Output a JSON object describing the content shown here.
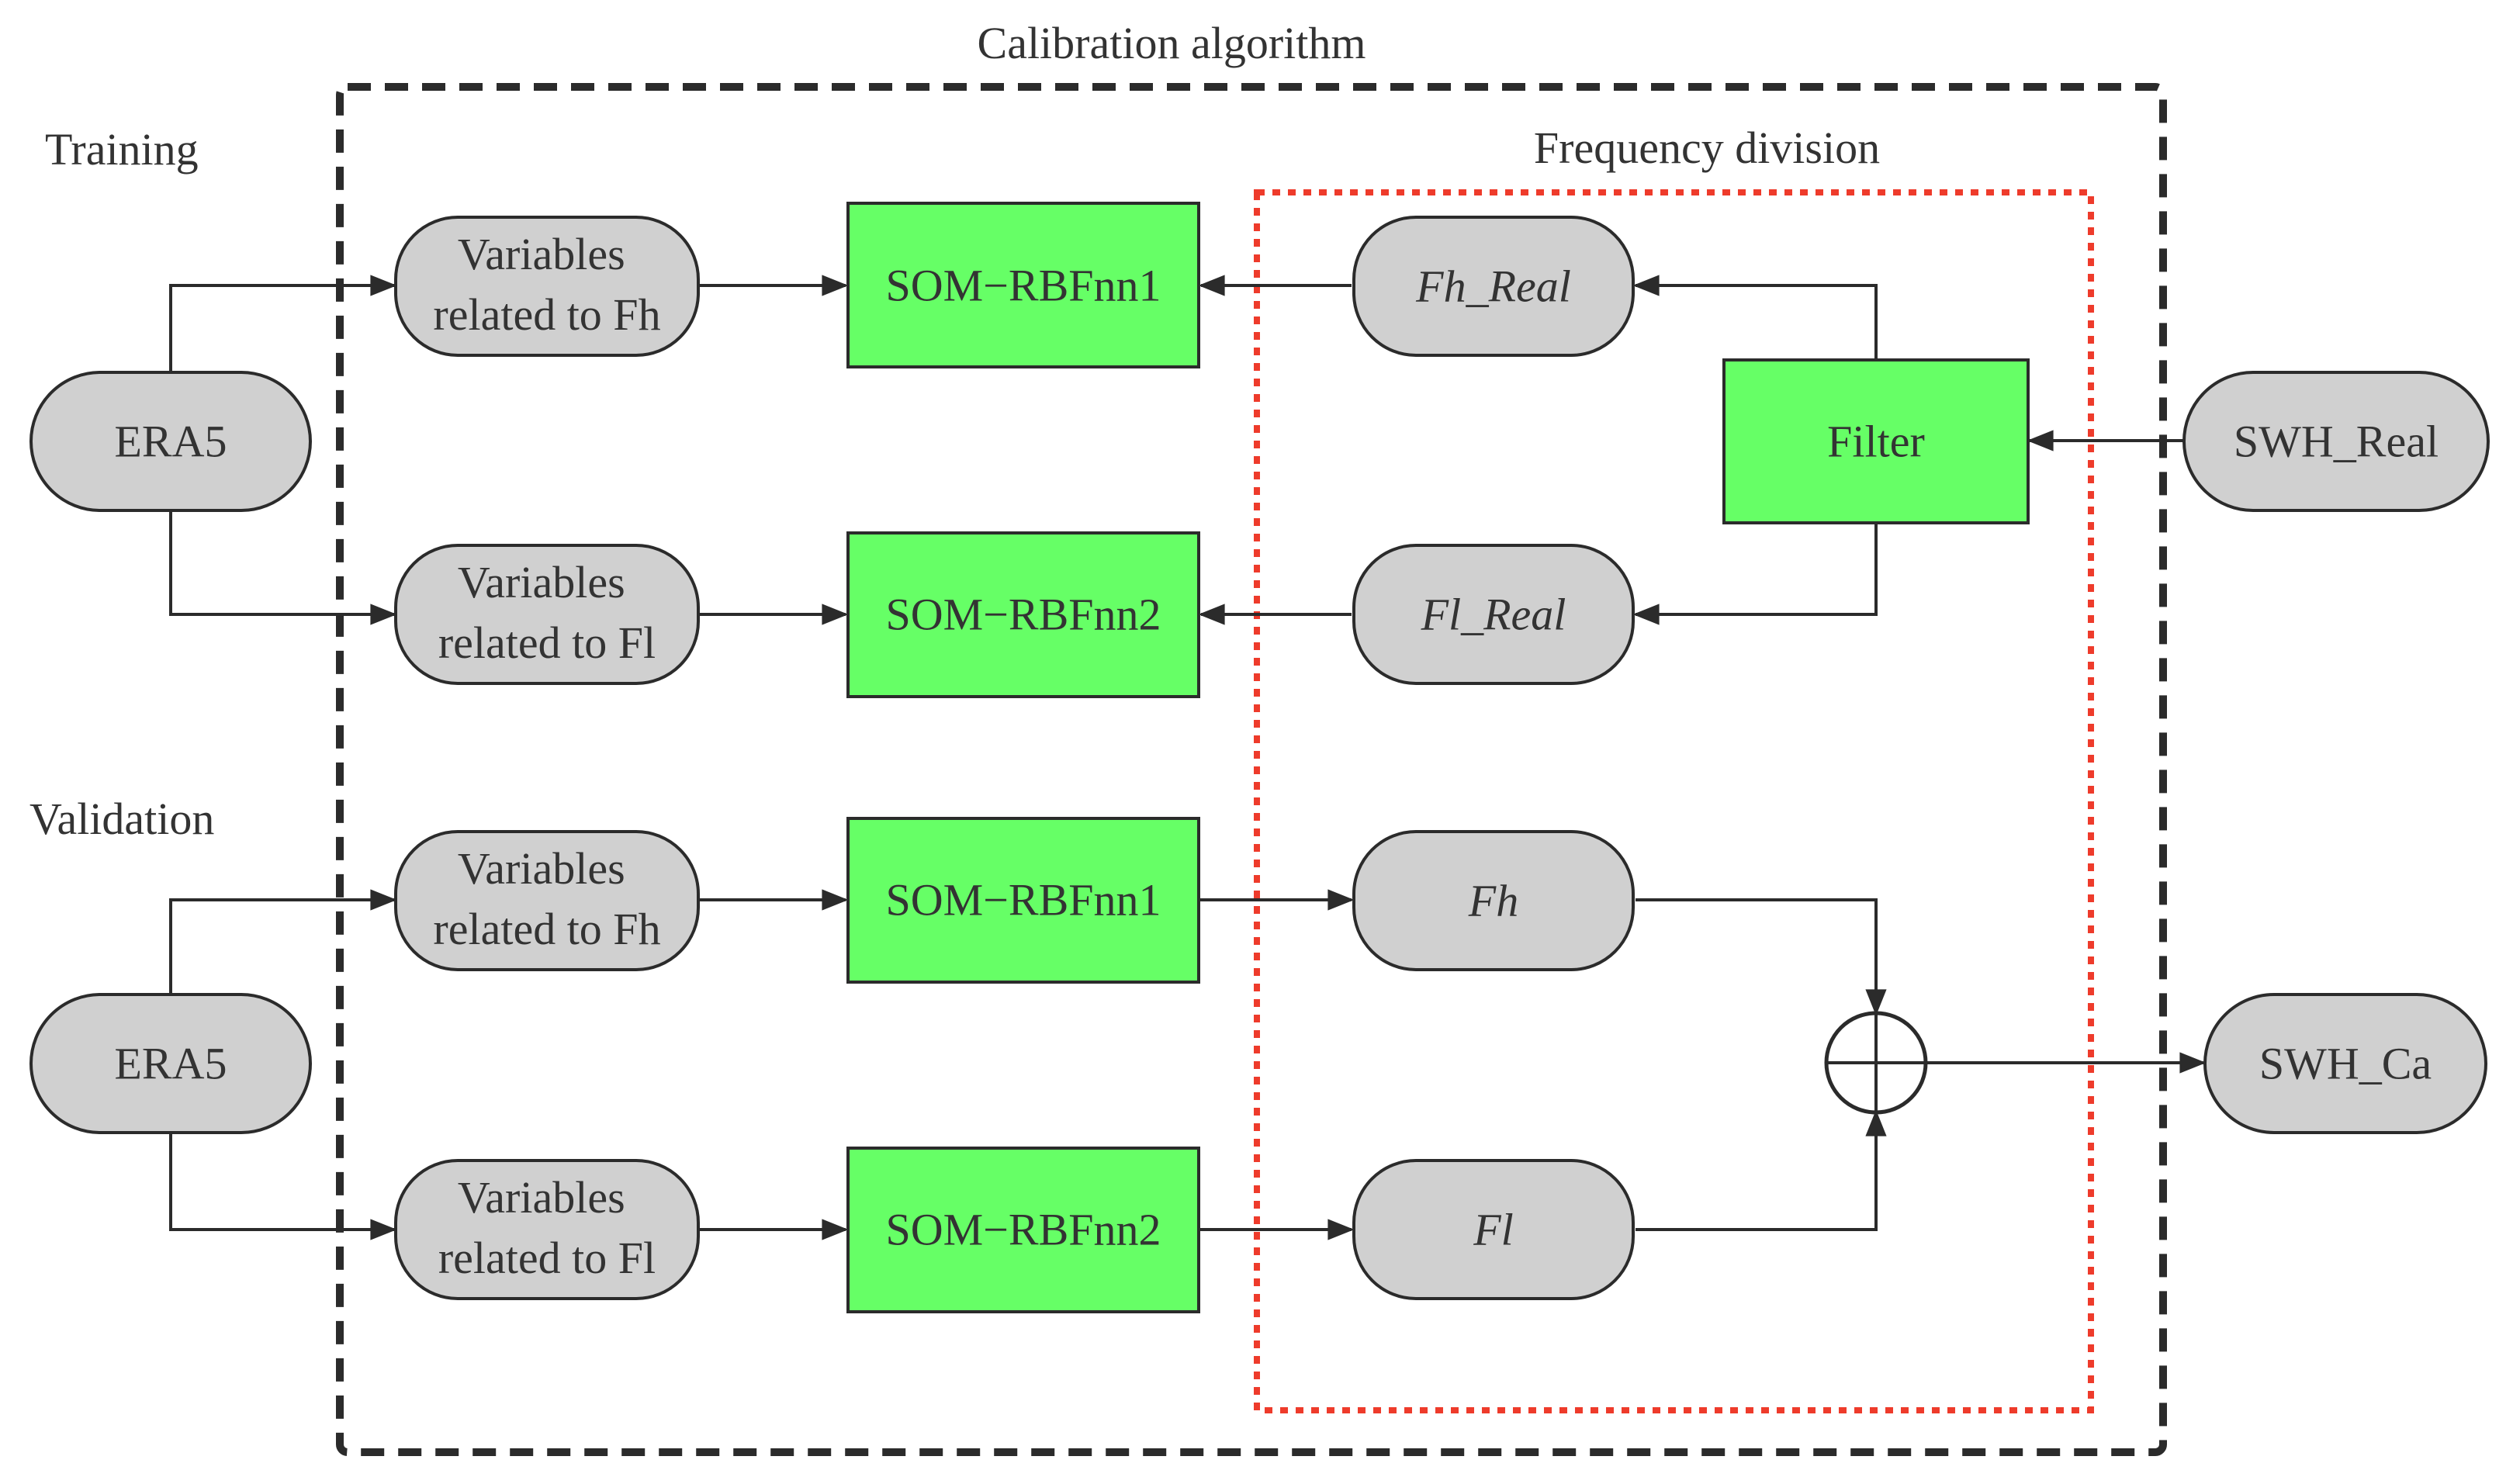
{
  "labels": {
    "calibration_algorithm": "Calibration algorithm",
    "frequency_division": "Frequency division",
    "training": "Training",
    "validation": "Validation"
  },
  "nodes": {
    "era5_training": "ERA5",
    "vars_fh_training": [
      "Variables",
      "related to Fh"
    ],
    "vars_fl_training": [
      "Variables",
      "related to Fl"
    ],
    "som_rbfnn1_training": "SOM−RBFnn1",
    "som_rbfnn2_training": "SOM−RBFnn2",
    "fh_real": "Fh_Real",
    "fl_real": "Fl_Real",
    "filter": "Filter",
    "swh_real": "SWH_Real",
    "era5_validation": "ERA5",
    "vars_fh_validation": [
      "Variables",
      "related to Fh"
    ],
    "vars_fl_validation": [
      "Variables",
      "related to Fl"
    ],
    "som_rbfnn1_validation": "SOM−RBFnn1",
    "som_rbfnn2_validation": "SOM−RBFnn2",
    "fh": "Fh",
    "fl": "Fl",
    "swh_ca": "SWH_Ca"
  },
  "colors": {
    "process_fill": "#66ff66",
    "data_fill": "#d0d0d0",
    "outer_frame": "#2b2b2b",
    "inner_frame": "#ee3b2b"
  }
}
